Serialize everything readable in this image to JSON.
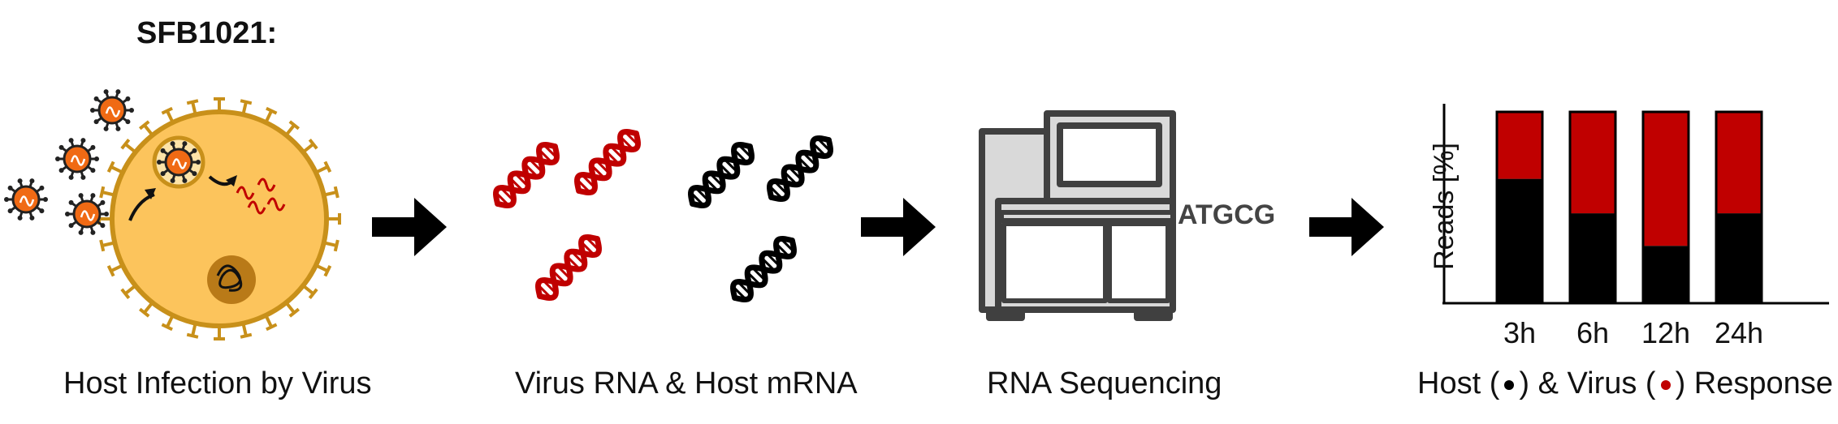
{
  "heading": "SFB1021:",
  "steps": [
    {
      "caption": "Host Infection by Virus"
    },
    {
      "caption": "Virus RNA & Host mRNA"
    },
    {
      "caption": "RNA Sequencing"
    },
    {
      "caption_prefix": "Host (",
      "caption_mid": ") & Virus (",
      "caption_suffix": ") Response"
    }
  ],
  "sequence_text": "ATGCG",
  "colors": {
    "virus_red": "#c00000",
    "host_black": "#000000",
    "cell_fill": "#fcc45c",
    "cell_stroke": "#c8901a",
    "virus_fill": "#f06a14",
    "machine_grey": "#d9d9d9",
    "machine_stroke": "#404040"
  },
  "chart_data": {
    "type": "bar",
    "stacked": true,
    "categories": [
      "3h",
      "6h",
      "12h",
      "24h"
    ],
    "ylabel": "Reads [%]",
    "ylim": [
      0,
      100
    ],
    "series": [
      {
        "name": "Host",
        "color": "#000000",
        "values": [
          65,
          47,
          30,
          47
        ]
      },
      {
        "name": "Virus",
        "color": "#c00000",
        "values": [
          35,
          53,
          70,
          53
        ]
      }
    ]
  }
}
